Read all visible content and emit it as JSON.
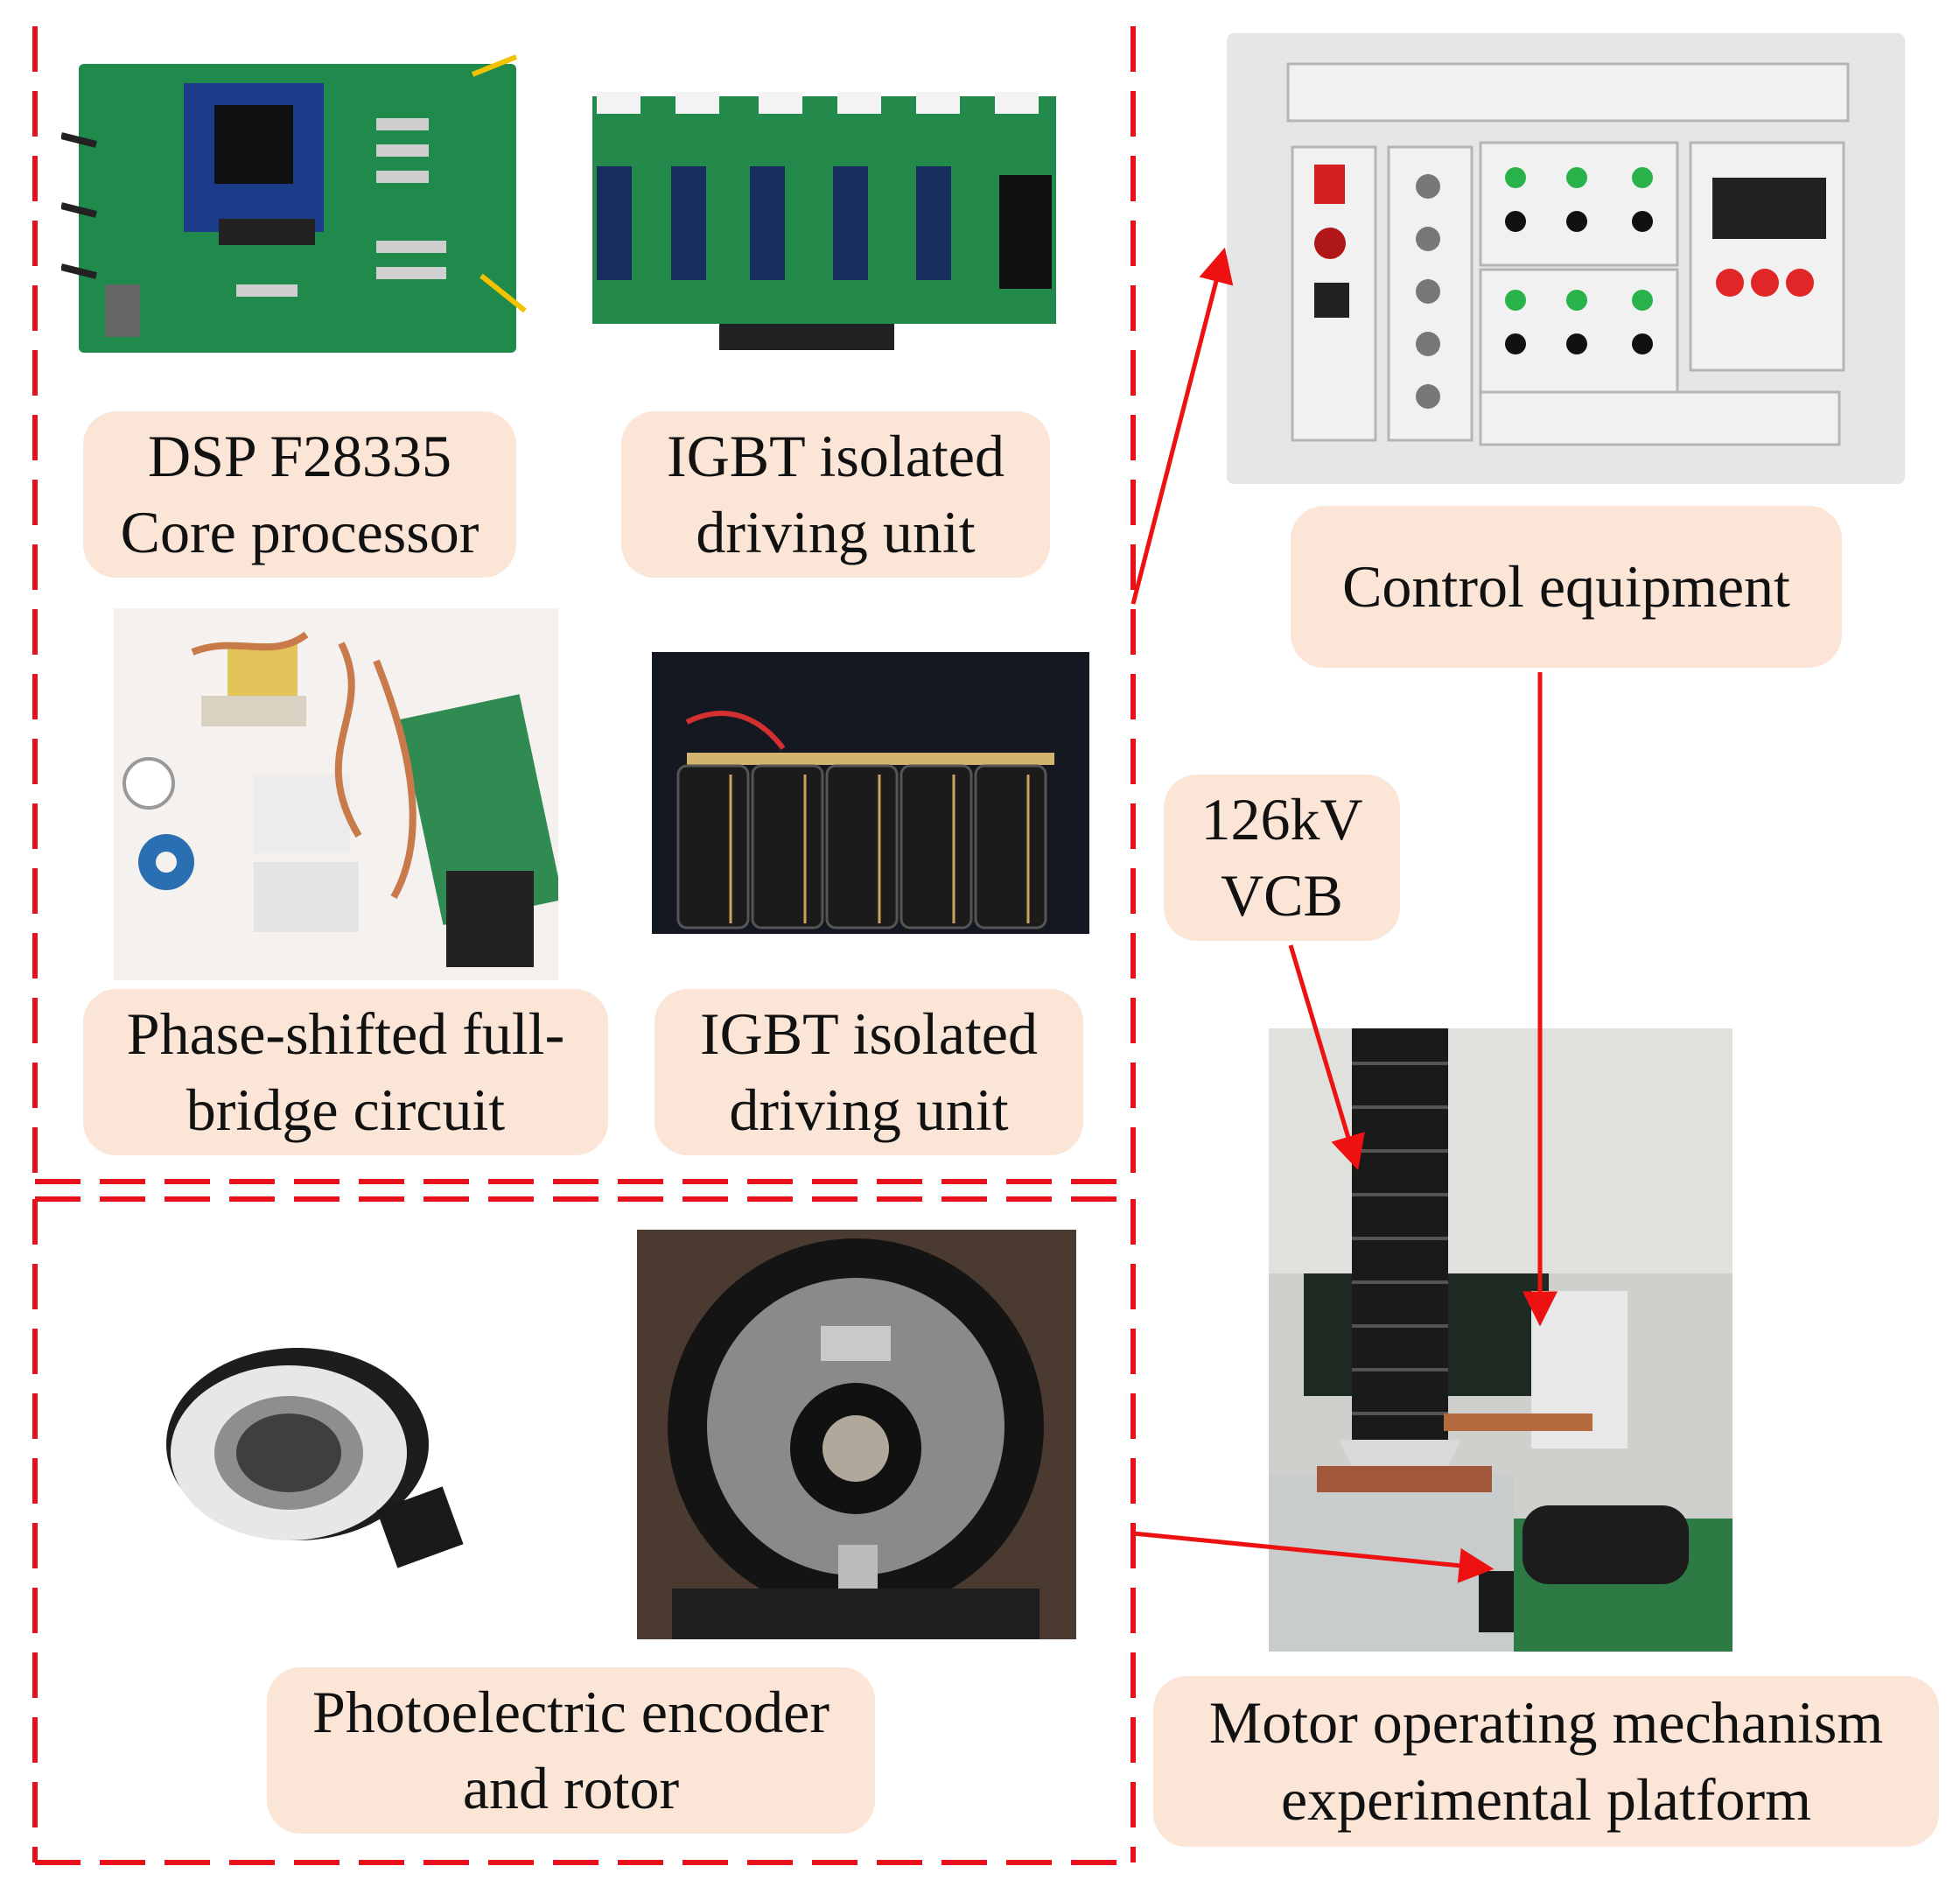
{
  "labels": {
    "dsp": [
      "DSP F28335",
      "Core processor"
    ],
    "igbt_top": [
      "IGBT isolated",
      "driving unit"
    ],
    "phase_shift": [
      "Phase-shifted full-",
      "bridge circuit"
    ],
    "igbt_bottom": [
      "IGBT isolated",
      "driving unit"
    ],
    "encoder": [
      "Photoelectric encoder",
      "and rotor"
    ],
    "control": [
      "Control equipment"
    ],
    "vcb": [
      "126kV",
      "VCB"
    ],
    "platform": [
      "Motor operating mechanism",
      "experimental platform"
    ]
  },
  "colors": {
    "label_bg": "#fbe5d6",
    "dash_red": "#e8101a",
    "arrow_red": "#ee1111",
    "pcb_green": "#1f8a4c",
    "panel_gray": "#e6e6e6"
  },
  "icons": [
    "dsp-board-photo",
    "igbt-driver-board-photo",
    "full-bridge-circuit-photo",
    "capacitor-bank-photo",
    "encoder-photo",
    "rotor-photo",
    "control-cabinet-photo",
    "vcb-platform-photo"
  ]
}
